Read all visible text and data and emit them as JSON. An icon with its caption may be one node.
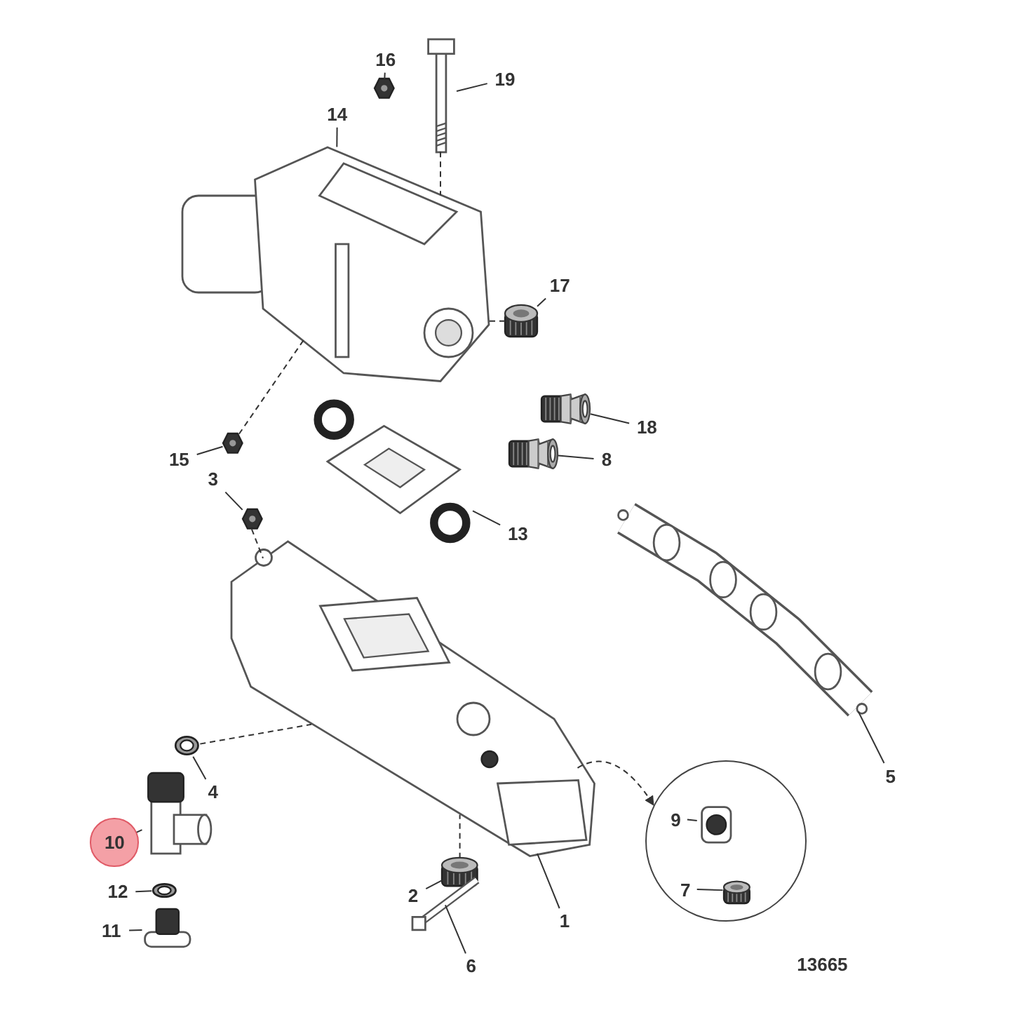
{
  "diagram": {
    "nodes": [
      {
        "text": [],
        "shape": "circle"
      },
      {
        "text": [
          "1"
        ]
      },
      {
        "text": [
          "2"
        ]
      },
      {
        "text": [
          "3"
        ]
      },
      {
        "text": [
          "4"
        ]
      },
      {
        "text": [
          "5"
        ]
      },
      {
        "text": [
          "6"
        ]
      },
      {
        "text": [
          "7"
        ],
        "in": 0
      },
      {
        "text": [
          "8"
        ]
      },
      {
        "text": [
          "9"
        ],
        "in": 0
      },
      {
        "text": [
          "10"
        ]
      },
      {
        "text": [
          "11"
        ]
      },
      {
        "text": [
          "12"
        ]
      },
      {
        "text": [
          "13"
        ]
      },
      {
        "text": [
          "14"
        ]
      },
      {
        "text": [
          "15"
        ]
      },
      {
        "text": [
          "16"
        ]
      },
      {
        "text": [
          "17"
        ]
      },
      {
        "text": [
          "18"
        ]
      },
      {
        "text": [
          "19"
        ]
      },
      {
        "text": [],
        "shape": "picture"
      },
      {
        "text": [],
        "shape": "picture"
      },
      {
        "text": [],
        "shape": "picture"
      },
      {
        "text": [],
        "shape": "picture"
      },
      {
        "text": [],
        "shape": "picture"
      },
      {
        "text": [],
        "shape": "picture"
      },
      {
        "text": [],
        "shape": "picture",
        "in": 0
      },
      {
        "text": [],
        "shape": "picture"
      },
      {
        "text": [],
        "shape": "picture",
        "in": 0
      },
      {
        "text": [],
        "shape": "picture"
      },
      {
        "text": [],
        "shape": "picture"
      },
      {
        "text": [],
        "shape": "picture"
      },
      {
        "text": [],
        "shape": "picture"
      },
      {
        "text": [],
        "shape": "picture"
      },
      {
        "text": [],
        "shape": "picture"
      },
      {
        "text": [],
        "shape": "picture"
      },
      {
        "text": [],
        "shape": "picture"
      },
      {
        "text": [],
        "shape": "picture"
      },
      {
        "text": [],
        "shape": "picture"
      }
    ],
    "edges": [
      {
        "from": 1,
        "to": 20,
        "arrow": "none"
      },
      {
        "from": 2,
        "to": 21,
        "arrow": "none"
      },
      {
        "from": 3,
        "to": 22,
        "arrow": "none"
      },
      {
        "from": 4,
        "to": 23,
        "arrow": "none"
      },
      {
        "from": 5,
        "to": 24,
        "arrow": "none"
      },
      {
        "from": 6,
        "to": 25,
        "arrow": "none"
      },
      {
        "from": 7,
        "to": 26,
        "arrow": "none"
      },
      {
        "from": 8,
        "to": 27,
        "arrow": "none"
      },
      {
        "from": 9,
        "to": 28,
        "arrow": "none"
      },
      {
        "from": 10,
        "to": 29,
        "arrow": "none"
      },
      {
        "from": 11,
        "to": 30,
        "arrow": "none"
      },
      {
        "from": 12,
        "to": 31,
        "arrow": "none"
      },
      {
        "from": 13,
        "to": 32,
        "arrow": "none"
      },
      {
        "from": 14,
        "to": 33,
        "arrow": "none"
      },
      {
        "from": 15,
        "to": 34,
        "arrow": "none"
      },
      {
        "from": 16,
        "to": 35,
        "arrow": "none"
      },
      {
        "from": 17,
        "to": 36,
        "arrow": "none"
      },
      {
        "from": 18,
        "to": 37,
        "arrow": "none"
      },
      {
        "from": 19,
        "to": 38,
        "arrow": "none"
      },
      {
        "from": 20,
        "to": 0,
        "arrow": "to",
        "style": "dashed"
      },
      {
        "from": 38,
        "to": 33,
        "arrow": "none",
        "style": "dashed"
      },
      {
        "from": 34,
        "to": 33,
        "arrow": "none",
        "style": "dashed"
      },
      {
        "from": 36,
        "to": 33,
        "arrow": "none",
        "style": "dashed"
      },
      {
        "from": 22,
        "to": 20,
        "arrow": "none",
        "style": "dashed"
      },
      {
        "from": 23,
        "to": 20,
        "arrow": "none",
        "style": "dashed"
      },
      {
        "from": 21,
        "to": 20,
        "arrow": "none",
        "style": "dashed"
      }
    ],
    "labels": [
      "13665"
    ]
  }
}
